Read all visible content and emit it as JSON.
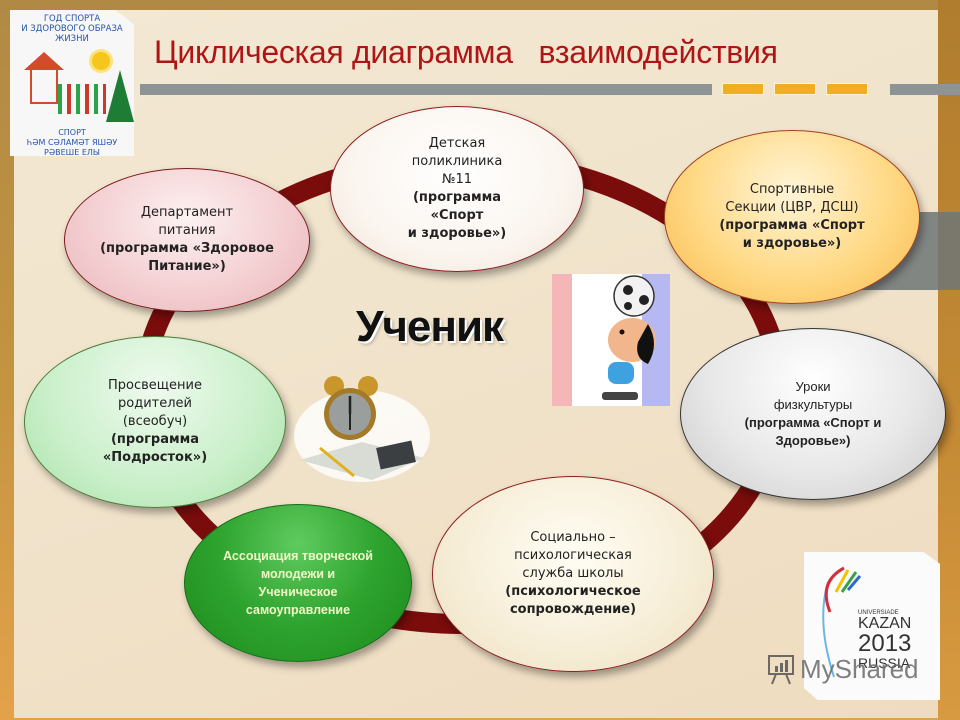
{
  "slide": {
    "title": "Циклическая диаграмма   взаимодействия",
    "center_label": "Ученик",
    "colors": {
      "title": "#b01515",
      "ring": "#7a0c0c",
      "divider": "#8e9496",
      "accent_dash": "#f0ae24"
    }
  },
  "logo_top_left": {
    "line1": "ГОД СПОРТА",
    "line2": "И ЗДОРОВОГО ОБРАЗА",
    "line3": "ЖИЗНИ",
    "bottom1": "СПОРТ",
    "bottom2": "ҺӘМ СӘЛАМӘТ ЯШӘУ",
    "bottom3": "РӘВЕШЕ ЕЛЫ"
  },
  "nodes": [
    {
      "id": "clinic",
      "regular": "Детская\nполиклиника\n№11",
      "bold": "(программа\n«Спорт\nи  здоровье»)"
    },
    {
      "id": "sport_sections",
      "regular": "Спортивные\nСекции (ЦВР, ДСШ)",
      "bold": "(программа «Спорт\nи  здоровье»)"
    },
    {
      "id": "pe_lessons",
      "regular": "Уроки\nфизкультуры",
      "bold": "(программа  «Спорт  и\nЗдоровье»)"
    },
    {
      "id": "psych_service",
      "regular": "Социально –\nпсихологическая\nслужба  школы",
      "bold": "(психологическое\nсопровождение)"
    },
    {
      "id": "youth_assoc",
      "regular": "",
      "bold": "Ассоциация  творческой\nмолодежи  и\nУченическое\nсамоуправление"
    },
    {
      "id": "parents",
      "regular": "Просвещение\nродителей\n(всеобуч)",
      "bold": "(программа\n«Подросток»)"
    },
    {
      "id": "food_dept",
      "regular": "Департамент\nпитания",
      "bold": "(программа  «Здоровое\nПитание»)"
    }
  ],
  "logo_bottom_right": {
    "line1": "UNIVERSIADE",
    "line2": "KAZAN",
    "line3": "2013",
    "line4": "RUSSIA"
  },
  "watermark": {
    "text": "MyShared"
  },
  "icons": {
    "clock": "alarm-clock-icon",
    "soccer": "soccer-player-icon",
    "presentation": "presentation-chart-icon"
  }
}
